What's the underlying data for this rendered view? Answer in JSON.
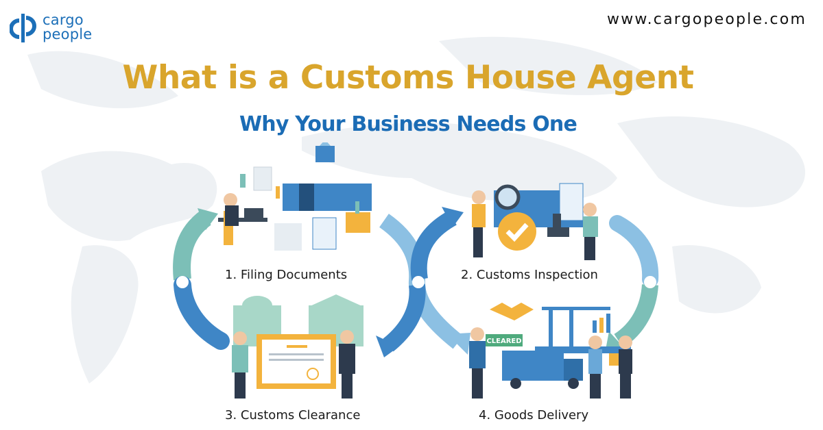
{
  "brand": {
    "logo_icon": "cargo-people-logo-icon",
    "name_line1": "cargo",
    "name_line2": "people",
    "website": "www.cargopeople.com",
    "colors": {
      "brand_blue": "#1c6fb8",
      "title_gold": "#d9a52c",
      "subtitle_blue": "#1b6cb5"
    }
  },
  "header": {
    "title": "What is a Customs House Agent",
    "subtitle": "Why Your Business Needs One"
  },
  "steps": [
    {
      "number": 1,
      "label": "1. Filing Documents",
      "illustration": "agent-at-desk-with-documents-and-containers"
    },
    {
      "number": 2,
      "label": "2. Customs Inspection",
      "illustration": "inspector-and-officer-checking-container"
    },
    {
      "number": 3,
      "label": "3. Customs Clearance",
      "illustration": "certificate-held-by-agent-and-officer"
    },
    {
      "number": 4,
      "label": "4. Goods Delivery",
      "illustration": "truck-with-cleared-sign-and-handover"
    }
  ],
  "illustration_text": {
    "cleared_sign": "CLEARED"
  },
  "arrows": {
    "colors": {
      "teal": "#7cbfb7",
      "mid_blue": "#3f86c6",
      "light_blue": "#8cc0e3"
    }
  }
}
